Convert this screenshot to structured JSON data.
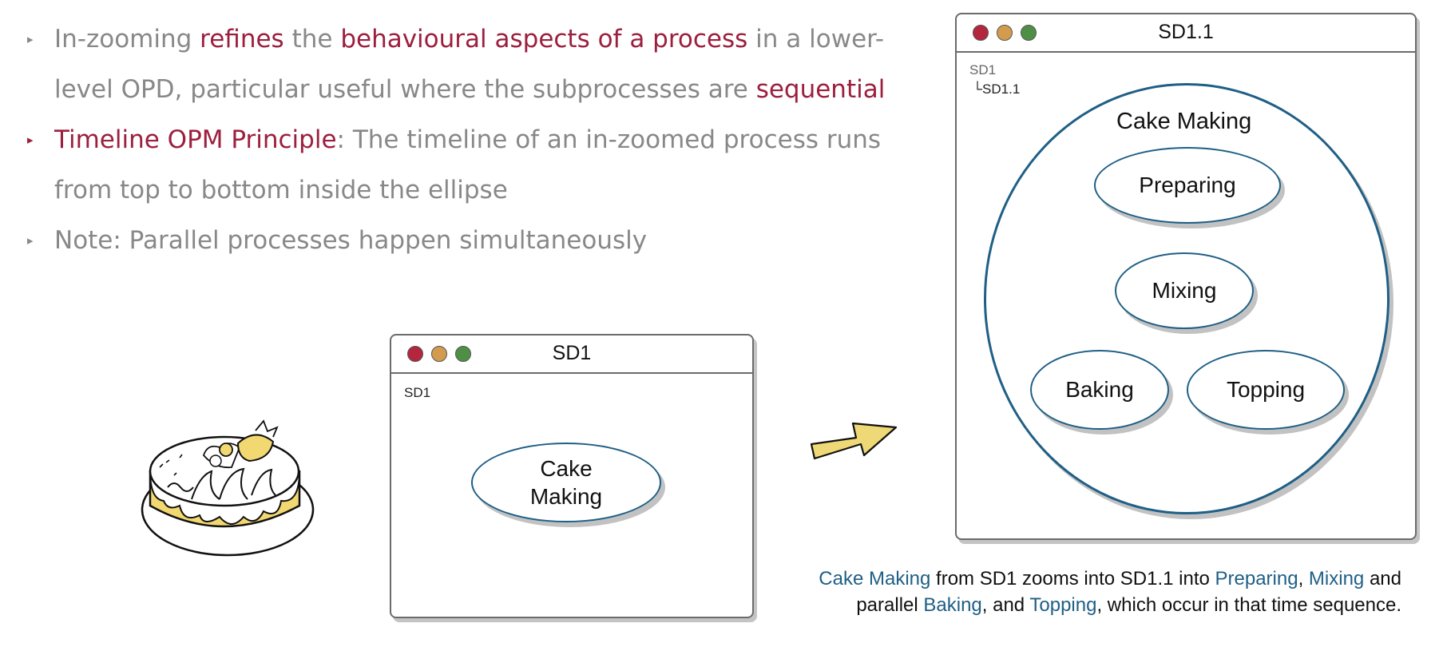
{
  "bullets": [
    {
      "segments": [
        {
          "text": "In-zooming ",
          "hl": false
        },
        {
          "text": "refines",
          "hl": true
        },
        {
          "text": " the ",
          "hl": false
        },
        {
          "text": "behavioural aspects of a process",
          "hl": true
        },
        {
          "text": " in a lower-level OPD, particular useful where the subprocesses are ",
          "hl": false
        },
        {
          "text": "sequential",
          "hl": true
        }
      ]
    },
    {
      "segments": [
        {
          "text": "Timeline OPM Principle",
          "hl": true
        },
        {
          "text": ": The timeline of an in-zoomed process runs from top to bottom inside the ellipse",
          "hl": false
        }
      ]
    },
    {
      "segments": [
        {
          "text": "Note: Parallel processes happen simultaneously",
          "hl": false
        }
      ]
    }
  ],
  "window_small": {
    "title": "SD1",
    "breadcrumb": "SD1",
    "process": "Cake Making"
  },
  "window_large": {
    "title": "SD1.1",
    "breadcrumb_root": "SD1",
    "breadcrumb_child": "└SD1.1",
    "main_process": "Cake Making",
    "subprocesses": {
      "preparing": "Preparing",
      "mixing": "Mixing",
      "baking": "Baking",
      "topping": "Topping"
    }
  },
  "caption": {
    "p1": "Cake Making",
    "t1": " from SD1 zooms into SD1.1 into ",
    "p2": "Preparing",
    "t2": ", ",
    "p3": "Mixing",
    "t3": " and",
    "t4": "parallel ",
    "p4": "Baking",
    "t5": ", and ",
    "p5": "Topping",
    "t6": ", which occur in that time sequence."
  },
  "colors": {
    "highlight": "#9c1f3e",
    "process_blue": "#1f5f86",
    "muted_text": "#888888",
    "arrow_fill": "#efd977",
    "cake_yellow": "#f2d870"
  },
  "icons": {
    "cake": "cake-illustration",
    "arrow": "right-arrow-icon"
  }
}
